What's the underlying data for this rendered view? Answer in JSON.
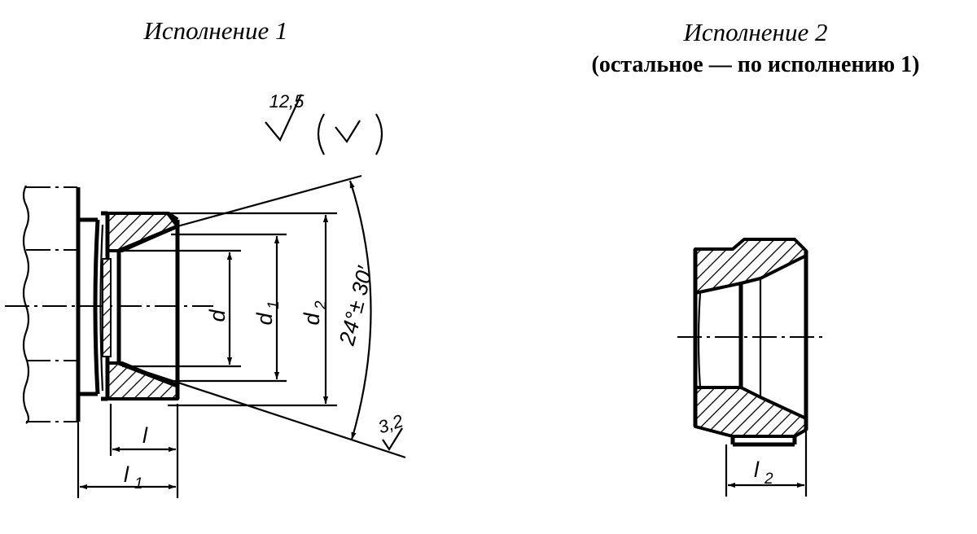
{
  "variant1": {
    "title": "Исполнение 1",
    "labels": {
      "d": "d",
      "d1": "d",
      "d1_sub": "1",
      "d2": "d",
      "d2_sub": "2",
      "l": "l",
      "l1": "l",
      "l1_sub": "1",
      "angle": "24°± 30′"
    },
    "roughness": {
      "main": "12,5",
      "inner_face": "3,2"
    }
  },
  "variant2": {
    "title": "Исполнение 2",
    "note": "(остальное — по исполнению 1)",
    "labels": {
      "l2": "l",
      "l2_sub": "2"
    }
  }
}
